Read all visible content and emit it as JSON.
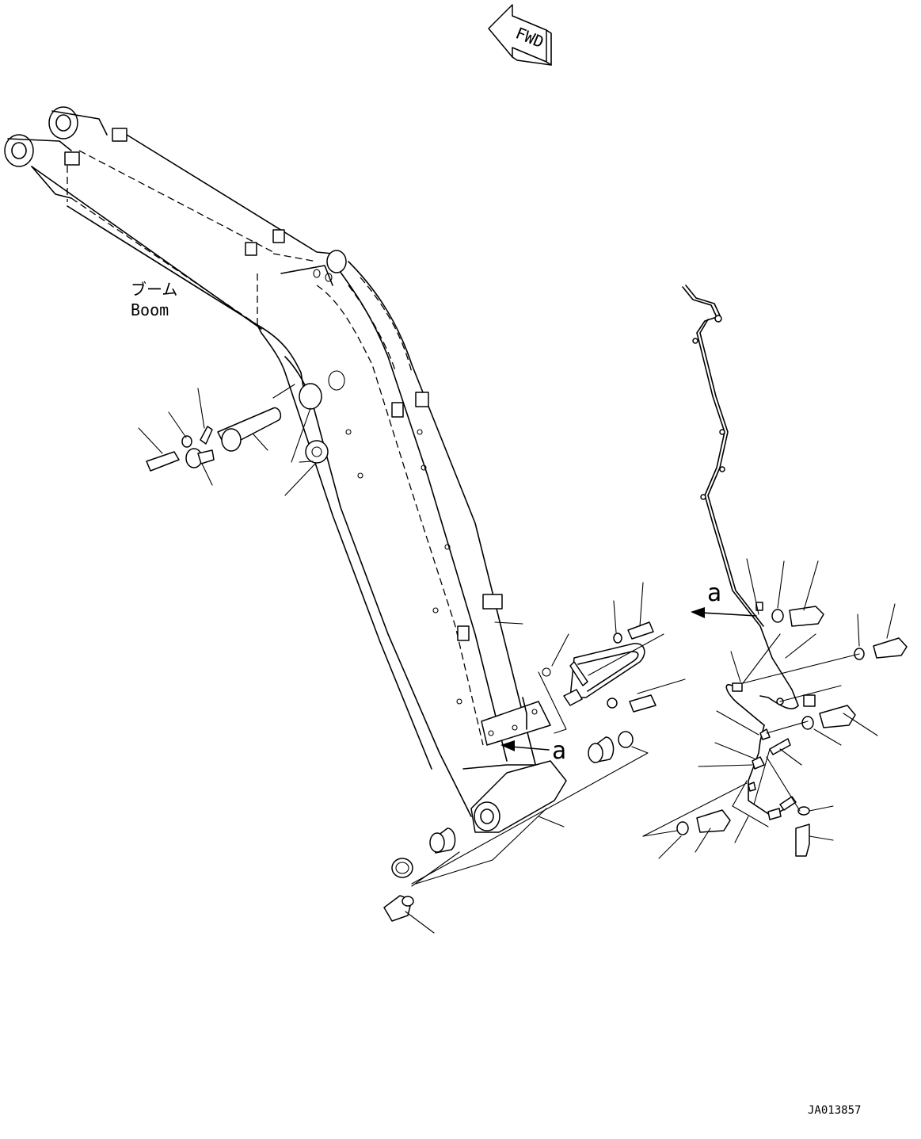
{
  "fwd_label": "FWD",
  "boom_label_jp": "ブーム",
  "boom_label_en": "Boom",
  "ref_mark": "a",
  "drawing_id": "JA013857"
}
